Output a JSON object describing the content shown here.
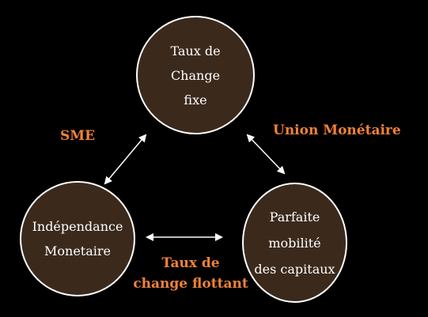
{
  "colors": {
    "background": "#000000",
    "node_fill": "#3b2a1c",
    "node_border": "#ffffff",
    "node_text": "#ffffff",
    "label_text": "#f0823a",
    "arrow": "#ffffff"
  },
  "nodes": {
    "top": {
      "lines": [
        "Taux de",
        "Change",
        "fixe"
      ]
    },
    "left": {
      "lines": [
        "Indépendance",
        "Monetaire"
      ]
    },
    "right": {
      "lines": [
        "Parfaite",
        "mobilité",
        "des capitaux"
      ]
    }
  },
  "edges": {
    "top_left": {
      "label": [
        "SME"
      ]
    },
    "top_right": {
      "label": [
        "Union Monétaire"
      ]
    },
    "left_right": {
      "label": [
        "Taux de",
        "change flottant"
      ]
    }
  }
}
